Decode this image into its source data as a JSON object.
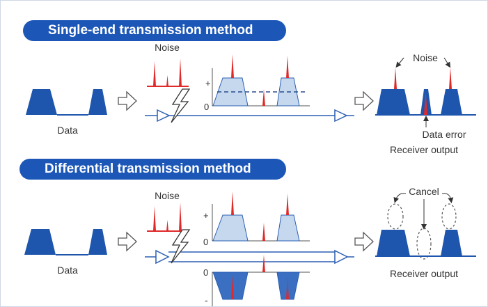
{
  "sections": [
    {
      "title": "Single-end transmission method",
      "noise_label": "Noise",
      "data_label": "Data",
      "plus_label": "+",
      "zero_label": "0",
      "out_noise_label": "Noise",
      "data_error_label": "Data error",
      "receiver_label": "Receiver output"
    },
    {
      "title": "Differential transmission method",
      "noise_label": "Noise",
      "data_label": "Data",
      "plus_label": "+",
      "zero_top_label": "0",
      "zero_bottom_label": "0",
      "minus_label": "-",
      "cancel_label": "Cancel",
      "receiver_label": "Receiver output"
    }
  ],
  "colors": {
    "title_bg": "#1c57b8",
    "pulse": "#1f56ad",
    "pulse_light": "#c5d8ee",
    "noise": "#e02a2a",
    "line": "#2b5fb3"
  }
}
